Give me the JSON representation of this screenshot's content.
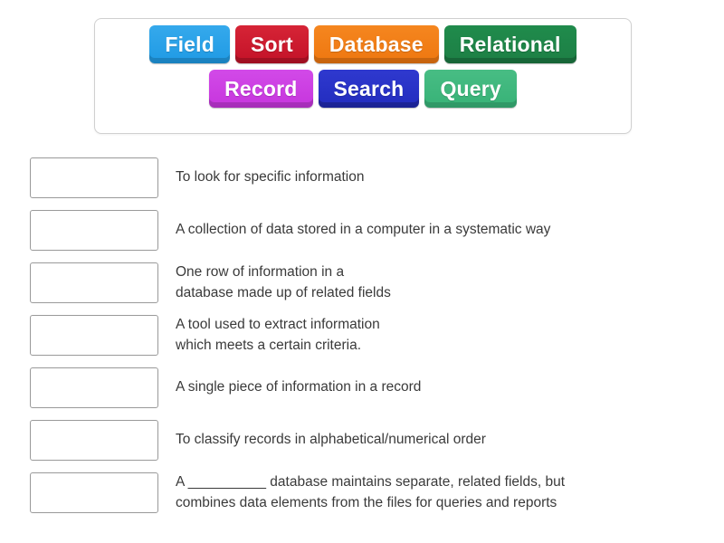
{
  "activity": {
    "type": "match-up",
    "tray_title": "",
    "tiles": [
      {
        "label": "Field",
        "color": "#1f9ae4",
        "row": 1
      },
      {
        "label": "Sort",
        "color": "#c31228",
        "row": 1
      },
      {
        "label": "Database",
        "color": "#ee7710",
        "row": 1
      },
      {
        "label": "Relational",
        "color": "#1f8a4b",
        "row": 1
      },
      {
        "label": "Record",
        "color": "#c635dd",
        "row": 2
      },
      {
        "label": "Search",
        "color": "#222cbe",
        "row": 2
      },
      {
        "label": "Query",
        "color": "#37b277",
        "row": 2
      }
    ],
    "definitions": [
      {
        "answer_placeholder": "",
        "text": "To look for specific information"
      },
      {
        "answer_placeholder": "",
        "text": "A collection of data stored in a computer in a systematic way"
      },
      {
        "answer_placeholder": "",
        "text": "One row of information in a\ndatabase made up of related fields"
      },
      {
        "answer_placeholder": "",
        "text": "A tool used to extract information\nwhich meets a certain criteria."
      },
      {
        "answer_placeholder": "",
        "text": "A single piece of information in a record"
      },
      {
        "answer_placeholder": "",
        "text": "To classify records in alphabetical/numerical order"
      },
      {
        "answer_placeholder": "",
        "text": "A __________ database maintains separate, related fields, but\ncombines data elements from the files for queries and reports"
      }
    ]
  },
  "colors": {
    "page_background": "#ffffff",
    "text": "#3a3a3a",
    "drop_zone_border": "#9a9a9a",
    "tray_border": "#d0d0d0"
  }
}
